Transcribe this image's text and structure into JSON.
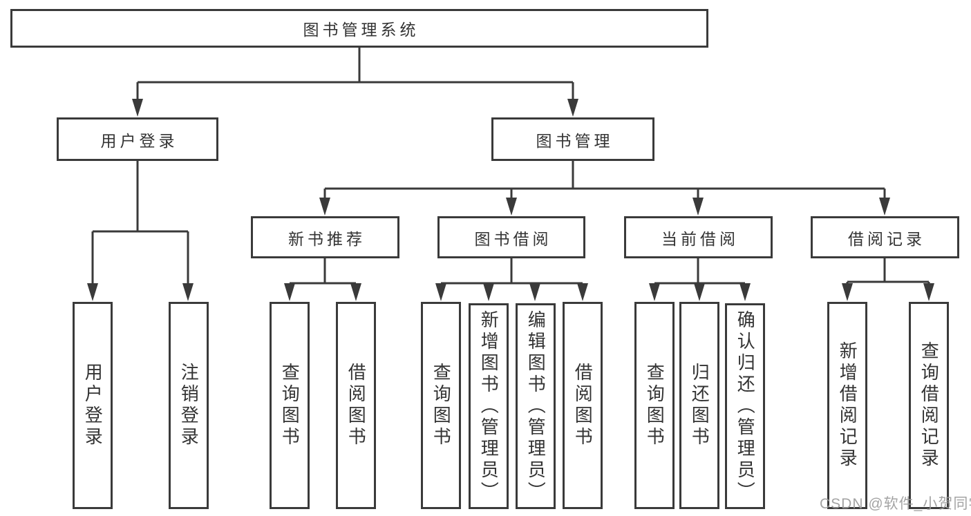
{
  "diagram_title": "图书管理系统",
  "nodes": {
    "root": {
      "label": "图书管理系统"
    },
    "user_login": {
      "label": "用户登录"
    },
    "book_mgmt": {
      "label": "图书管理"
    },
    "new_book_rec": {
      "label": "新书推荐"
    },
    "book_borrow": {
      "label": "图书借阅"
    },
    "current_borrow": {
      "label": "当前借阅"
    },
    "borrow_records": {
      "label": "借阅记录"
    },
    "leaf_user_login": {
      "label": "用户登录"
    },
    "leaf_logout": {
      "label": "注销登录"
    },
    "leaf_nbr_query": {
      "label": "查询图书"
    },
    "leaf_nbr_borrow": {
      "label": "借阅图书"
    },
    "leaf_bb_query": {
      "label": "查询图书"
    },
    "leaf_bb_add": {
      "label": "新增图书（管理员）"
    },
    "leaf_bb_edit": {
      "label": "编辑图书（管理员）"
    },
    "leaf_bb_borrow": {
      "label": "借阅图书"
    },
    "leaf_cb_query": {
      "label": "查询图书"
    },
    "leaf_cb_return": {
      "label": "归还图书"
    },
    "leaf_cb_confirm": {
      "label": "确认归还（管理员）"
    },
    "leaf_br_add": {
      "label": "新增借阅记录"
    },
    "leaf_br_query": {
      "label": "查询借阅记录"
    }
  },
  "watermark": {
    "text": "CSDN @软件_小贺同学"
  },
  "colors": {
    "line": "#3a3a3a",
    "text": "#333333",
    "watermark": "#9a9a9a",
    "background": "#ffffff"
  }
}
